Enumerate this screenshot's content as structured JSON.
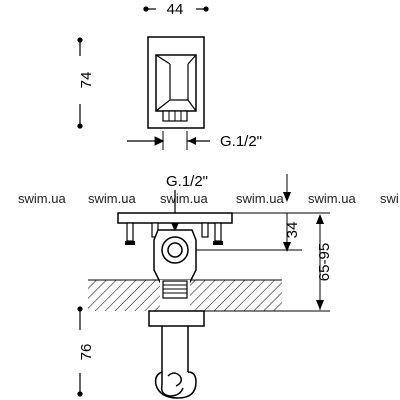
{
  "dimensions": {
    "width_top": "44",
    "height_top": "74",
    "thread_top": "G.1/2\"",
    "thread_mid": "G.1/2\"",
    "depth": "34",
    "range": "65-95",
    "height_bottom": "76"
  },
  "watermark": {
    "label": "swim.ua",
    "label_cut": "swi"
  },
  "colors": {
    "line": "#000000",
    "hatch": "#000000",
    "background": "#ffffff"
  }
}
